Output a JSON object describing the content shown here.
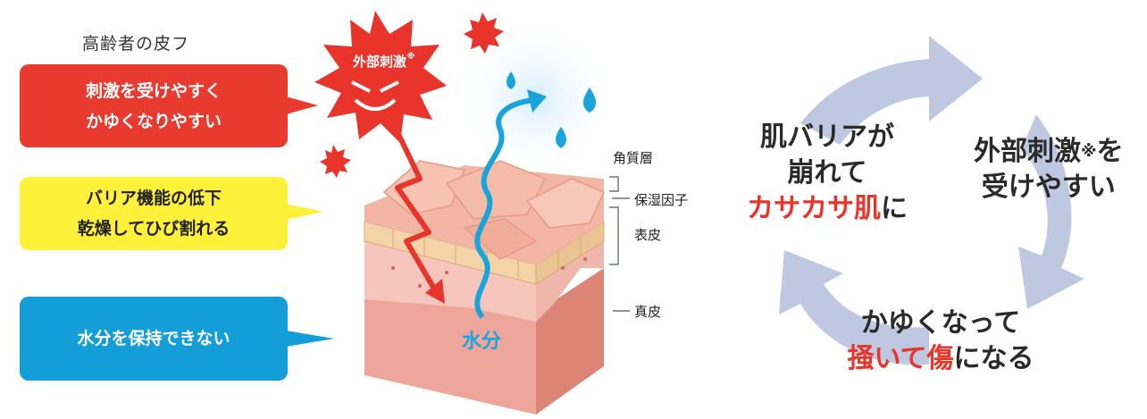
{
  "heading": "高齢者の皮フ",
  "callouts": {
    "stimulus": {
      "line1": "刺激を受けやすく",
      "line2": "かゆくなりやすい",
      "color": "#e83a2f"
    },
    "barrier": {
      "line1": "バリア機能の低下",
      "line2": "乾燥してひび割れる",
      "color": "#fff03a"
    },
    "moisture": {
      "line1": "水分を保持できない",
      "color": "#139ed8"
    }
  },
  "illustration": {
    "external_stimulus": "外部刺激",
    "note_mark": "※",
    "water": "水分",
    "layers": {
      "stratum_corneum": "角質層",
      "moisturizing_factor": "保湿因子",
      "epidermis": "表皮",
      "dermis": "真皮"
    }
  },
  "cycle": {
    "left": {
      "line1": "肌バリアが",
      "line2": "崩れて",
      "line3_red": "カサカサ肌",
      "line3_rest": "に"
    },
    "right": {
      "line1": "外部刺激",
      "line1_note": "※",
      "line1_rest": "を",
      "line2": "受けやすい"
    },
    "bottom": {
      "line1": "かゆくなって",
      "line2_red1": "掻いて",
      "line2_red2": "傷",
      "line2_rest": "になる"
    },
    "arrow_color": "#a9b6d6"
  }
}
